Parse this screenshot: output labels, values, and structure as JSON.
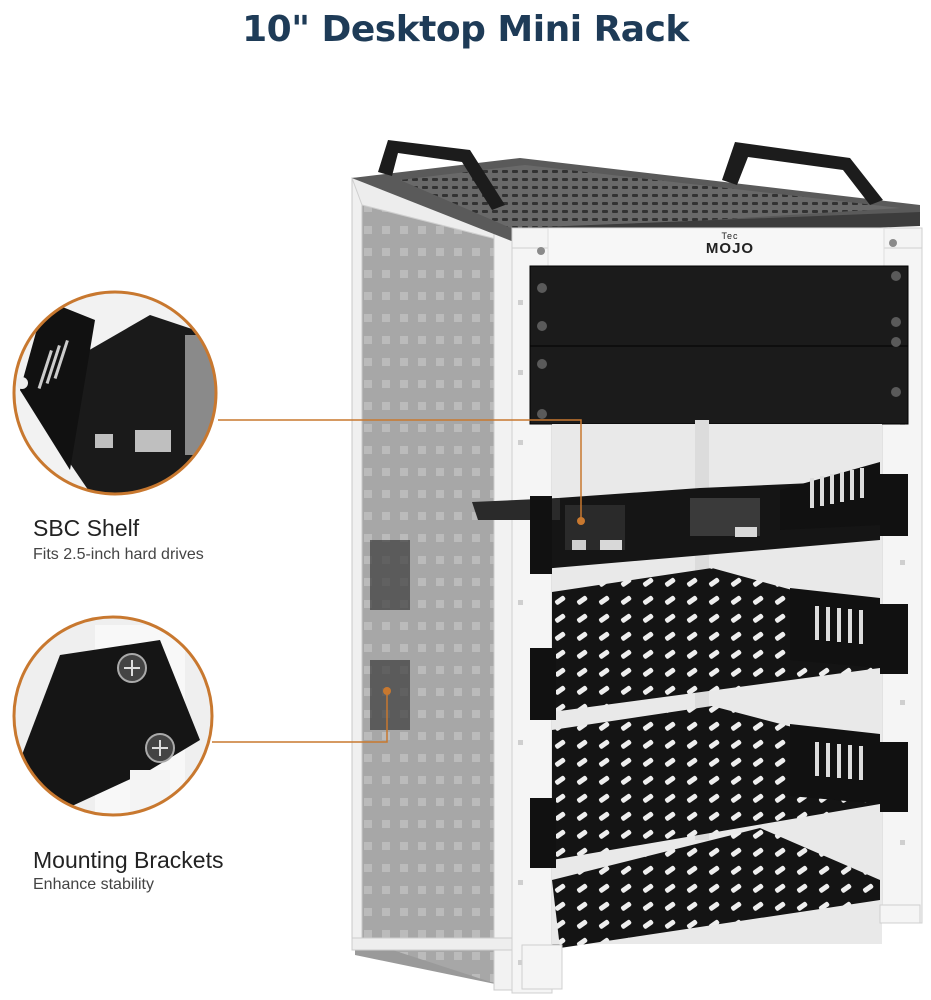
{
  "title": "10\" Desktop Mini Rack",
  "brand": {
    "small": "Tec",
    "big": "MOJO"
  },
  "callouts": [
    {
      "title": "SBC Shelf",
      "subtitle": "Fits 2.5-inch hard drives"
    },
    {
      "title": "Mounting Brackets",
      "subtitle": "Enhance stability"
    }
  ],
  "colors": {
    "title": "#1e3b57",
    "accent": "#c8782f",
    "frame": "#ebebeb",
    "panel": "#1a1a1a"
  }
}
